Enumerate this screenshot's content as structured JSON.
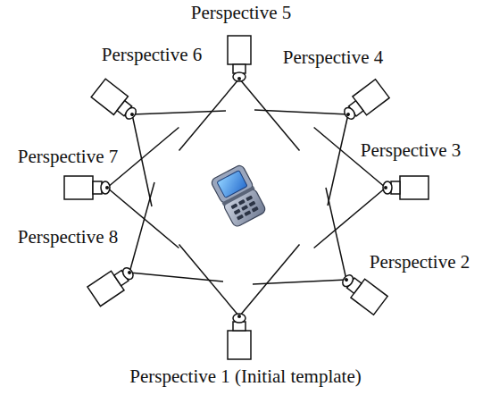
{
  "diagram": {
    "labels": [
      "Perspective 5",
      "Perspective 6",
      "Perspective 4",
      "Perspective 3",
      "Perspective 7",
      "Perspective 8",
      "Perspective 2",
      "Perspective 1 (Initial template)"
    ]
  }
}
